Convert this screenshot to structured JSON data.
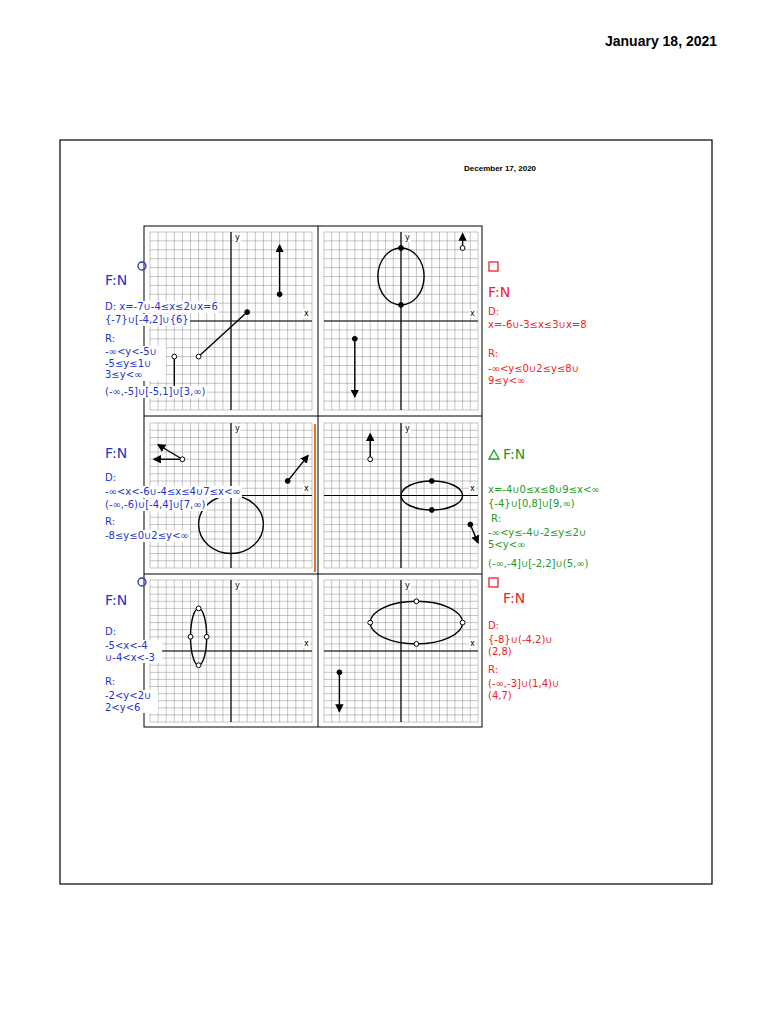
{
  "diagram": {
    "labels": [
      "January 18, 2021",
      "December 17, 2020",
      "F:N",
      "D: x=-7∪-4≤x≤2∪x=6",
      "{-7}∪[-4,2]∪{6}",
      "R:",
      "-∞<y<-5∪ -5≤y≤1∪ 3≤y<∞",
      "(-∞,-5]∪[-5,1]∪[3,∞)",
      "F:N",
      "D:",
      "x=-6∪-3≤x≤3∪x=8",
      "R:",
      "-∞<y≤0∪2≤y≤8∪ 9≤y<∞",
      "F:N",
      "D:",
      "-∞<x<-6∪-4≤x≤4∪7≤x<∞",
      "(-∞,-6)∪[-4,4]∪[7,∞)",
      "R:",
      "-8≤y≤0∪2≤y<∞",
      "F:N",
      "x=-4∪0≤x≤8∪9≤x<∞",
      "{-4}∪[0,8]∪[9,∞)",
      "R:",
      "-∞<y≤-4∪-2≤y≤2∪ 5<y<∞",
      "(-∞,-4]∪[-2,2]∪(5,∞)",
      "F:N",
      "D:",
      "-5<x<-4 ∪-4<x<-3",
      "R:",
      "-2<y<2∪ 2<y<6",
      "F:N",
      "D:",
      "{-8}∪(-4,2)∪ (2,8)",
      "R:",
      "(-∞,-3]∪(1,4)∪ (4,7)",
      "y",
      "x",
      "y",
      "x",
      "y",
      "x",
      "y",
      "x",
      "y",
      "x",
      "y",
      "x"
    ]
  }
}
